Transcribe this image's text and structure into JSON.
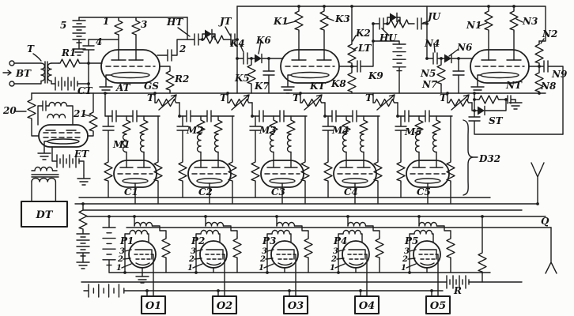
{
  "colors": {
    "ink": "#1d1d1d",
    "paper": "#fcfcfa"
  },
  "input_section": {
    "bt": "BT",
    "t": "T",
    "r1": "R1",
    "ct": "CT",
    "battery5": "5",
    "res1": "1",
    "res3": "3",
    "cap4": "4",
    "cap2": "2",
    "at": "AT",
    "gs": "GS",
    "r2": "R2",
    "ht": "HT",
    "jt": "JT"
  },
  "osc_section": {
    "res20": "20",
    "res21": "21",
    "et": "ET",
    "dt": "DT"
  },
  "k_section": {
    "k1": "K1",
    "k2": "K2",
    "k3": "K3",
    "k4": "K4",
    "k5": "K5",
    "k6": "K6",
    "k7": "K7",
    "k8": "K8",
    "k9": "K9",
    "kt": "KT",
    "lt": "LT",
    "hu": "HU",
    "ju": "JU"
  },
  "n_section": {
    "n1": "N1",
    "n2": "N2",
    "n3": "N3",
    "n4": "N4",
    "n5": "N5",
    "n6": "N6",
    "n7": "N7",
    "n8": "N8",
    "n9": "N9",
    "nt": "NT"
  },
  "t_bus_label": "T",
  "c_stages": [
    {
      "m": "M1",
      "c": "C1"
    },
    {
      "m": "M2",
      "c": "C2"
    },
    {
      "m": "M3",
      "c": "C3"
    },
    {
      "m": "M4",
      "c": "C4"
    },
    {
      "m": "M5",
      "c": "C5"
    }
  ],
  "right_section": {
    "st": "ST",
    "d32": "D32",
    "q": "Q",
    "r": "R"
  },
  "p_stages": [
    {
      "p": "P1",
      "pin3": "3",
      "pin2": "2",
      "pin1": "1",
      "o": "O1"
    },
    {
      "p": "P2",
      "pin3": "3",
      "pin2": "2",
      "pin1": "1",
      "o": "O2"
    },
    {
      "p": "P3",
      "pin3": "3",
      "pin2": "2",
      "pin1": "1",
      "o": "O3"
    },
    {
      "p": "P4",
      "pin3": "3",
      "pin2": "2",
      "pin1": "1",
      "o": "O4"
    },
    {
      "p": "P5",
      "pin3": "3",
      "pin2": "2",
      "pin1": "1",
      "o": "O5"
    }
  ]
}
